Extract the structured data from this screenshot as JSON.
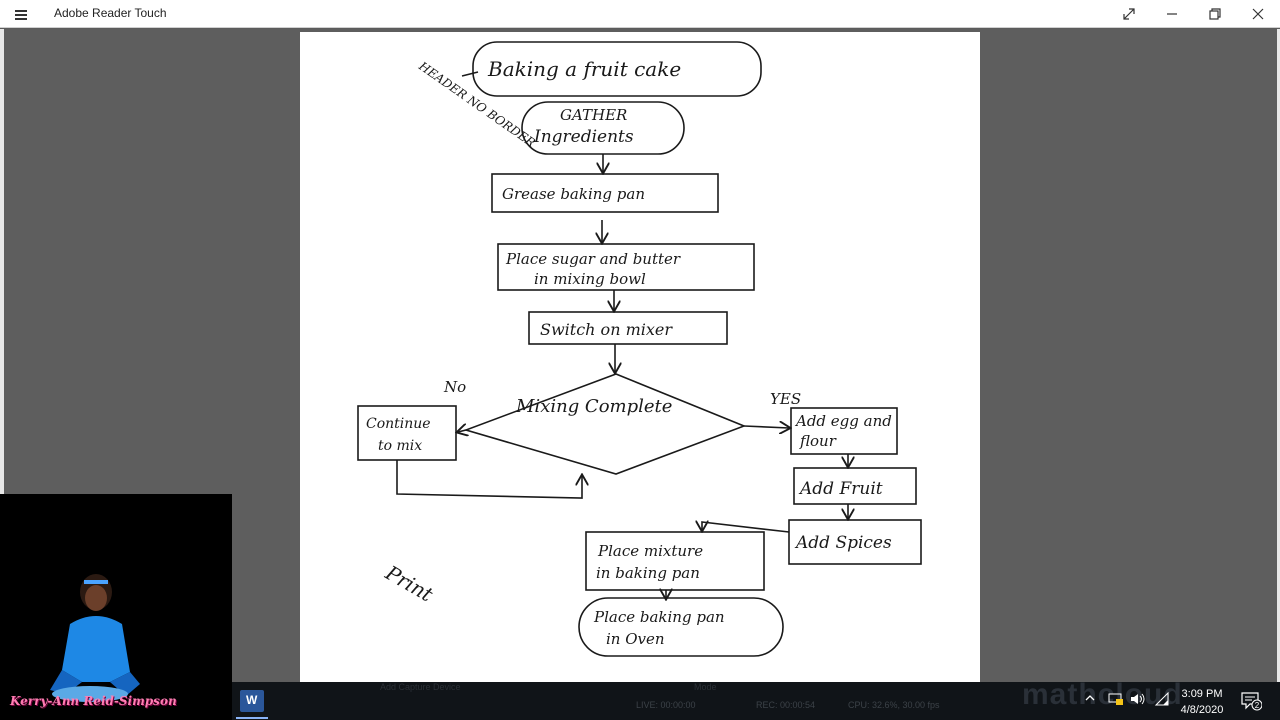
{
  "window": {
    "title": "Adobe Reader Touch",
    "icons": [
      "hamburger-menu-icon",
      "fullscreen-icon",
      "minimize-icon",
      "restore-icon",
      "close-icon"
    ]
  },
  "flowchart": {
    "title": "Baking a fruit cake",
    "side_note": "HEADER NO BORDER",
    "steps": {
      "gather": [
        "GATHER",
        "Ingredients"
      ],
      "grease": "Grease baking pan",
      "place_sugar": [
        "Place sugar and butter",
        "in mixing bowl"
      ],
      "switch": "Switch on mixer",
      "decision": "Mixing Complete",
      "no_label": "No",
      "yes_label": "YES",
      "continue": [
        "Continue",
        "to mix"
      ],
      "add_egg": [
        "Add egg and",
        "flour"
      ],
      "add_fruit": "Add Fruit",
      "add_spices": "Add Spices",
      "place_mixture": [
        "Place mixture",
        "in baking pan"
      ],
      "place_oven": [
        "Place baking pan",
        "in Oven"
      ]
    },
    "annotation": "Print"
  },
  "webcam": {
    "presenter_name": "Kerry-Ann Reid-Simpson"
  },
  "taskbar": {
    "app_letter": "W",
    "behind_text": [
      "Add Capture Device",
      "Mode"
    ],
    "status": {
      "live": "LIVE: 00:00:00",
      "rec": "REC: 00:00:54",
      "cpu": "CPU: 32.6%, 30.00 fps"
    },
    "watermark": "mathcloud",
    "time": "3:09 PM",
    "date": "4/8/2020",
    "notification_count": "2",
    "tray_icons": [
      "chevron-up-icon",
      "network-icon",
      "volume-icon",
      "wifi-icon"
    ]
  },
  "colors": {
    "word_blue": "#2b579a",
    "presenter_name": "#ff7eb3",
    "presenter_shirt": "#1e88e5"
  }
}
